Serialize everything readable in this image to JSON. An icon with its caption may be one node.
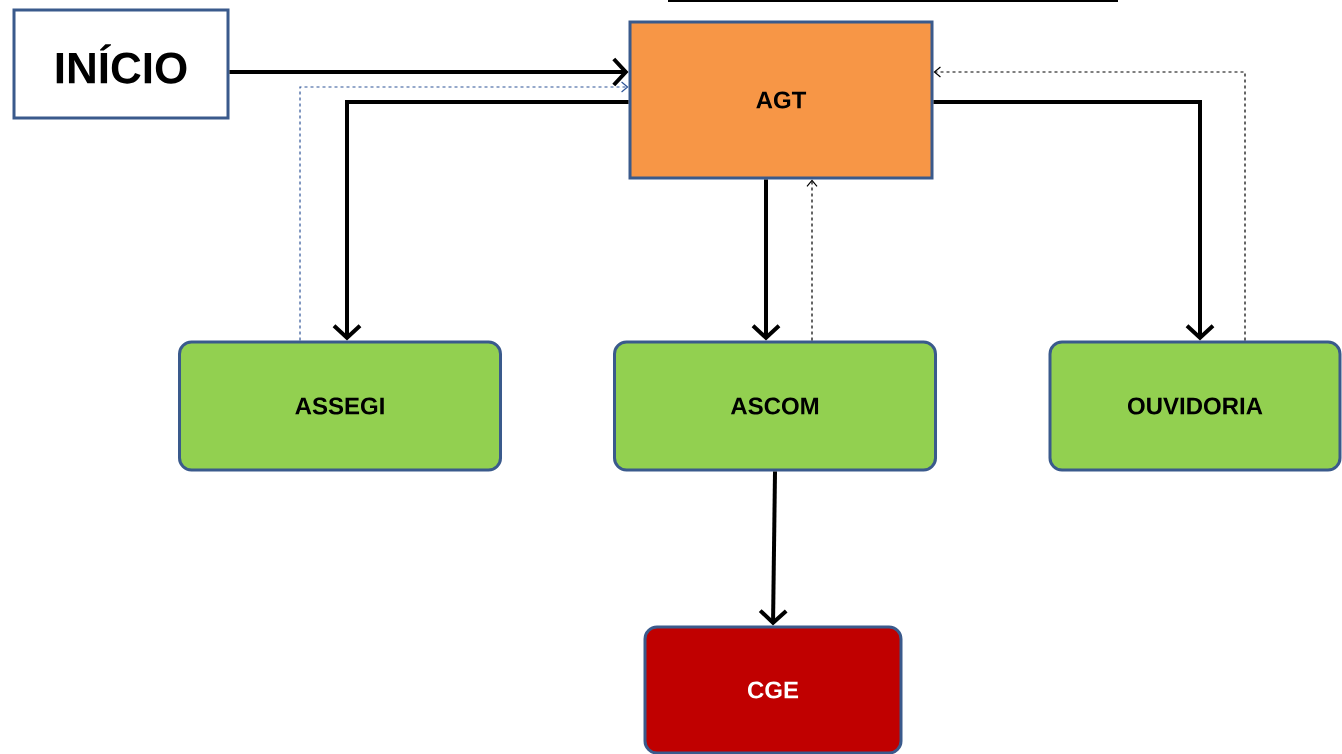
{
  "diagram": {
    "nodes": [
      {
        "text": [
          "INÍCIO"
        ]
      },
      {
        "text": [
          "AGT"
        ]
      },
      {
        "text": [
          "ASSEGI"
        ]
      },
      {
        "text": [
          "ASCOM"
        ]
      },
      {
        "text": [
          "OUVIDORIA"
        ]
      },
      {
        "text": [
          "CGE"
        ]
      }
    ],
    "edges": [
      {
        "from": 0,
        "to": 1,
        "arrow": "to"
      },
      {
        "from": 1,
        "to": 2,
        "arrow": "to"
      },
      {
        "from": 2,
        "to": 1,
        "arrow": "to",
        "style": "dashed",
        "color": "#2f5597"
      },
      {
        "from": 1,
        "to": 3,
        "arrow": "to"
      },
      {
        "from": 3,
        "to": 1,
        "arrow": "to",
        "style": "dashed"
      },
      {
        "from": 1,
        "to": 4,
        "arrow": "to"
      },
      {
        "from": 4,
        "to": 1,
        "arrow": "to",
        "style": "dashed"
      },
      {
        "from": 3,
        "to": 5,
        "arrow": "to"
      }
    ]
  }
}
